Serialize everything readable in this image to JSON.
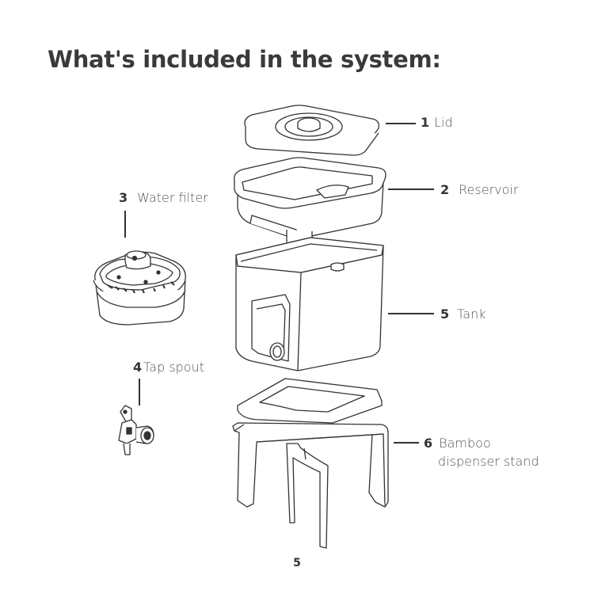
{
  "heading": "What's included in the system:",
  "parts": [
    {
      "number": "1",
      "name": "Lid"
    },
    {
      "number": "2",
      "name": "Reservoir"
    },
    {
      "number": "3",
      "name": "Water filter"
    },
    {
      "number": "4",
      "name": "Tap spout"
    },
    {
      "number": "5",
      "name": "Tank"
    },
    {
      "number": "6",
      "name": "Bamboo",
      "name_line2": "dispenser stand"
    }
  ],
  "page_number": "5"
}
